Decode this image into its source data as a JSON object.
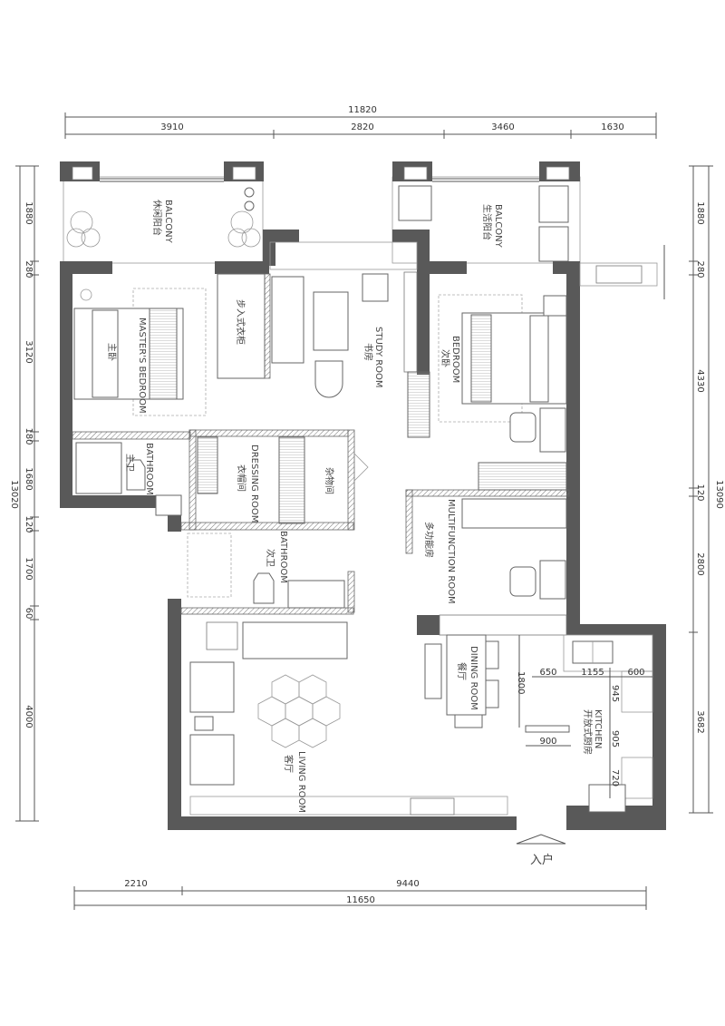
{
  "dimensions": {
    "top_total": "11820",
    "top_segments": [
      "3910",
      "2820",
      "3460",
      "1630"
    ],
    "left_total": "13020",
    "left_segments": [
      "1880",
      "280",
      "3120",
      "180",
      "1680",
      "120",
      "1700",
      "60",
      "4000"
    ],
    "right_total": "13090",
    "right_segments": [
      "1880",
      "280",
      "4330",
      "120",
      "2800",
      "3682"
    ],
    "bottom_total": "11650",
    "bottom_segments": [
      "2210",
      "9440"
    ],
    "kitchen": [
      "1800",
      "650",
      "1155",
      "600",
      "945",
      "905",
      "720",
      "900"
    ]
  },
  "rooms": {
    "leisure_balcony": {
      "en": "BALCONY",
      "cn": "休闲阳台"
    },
    "service_balcony": {
      "en": "BALCONY",
      "cn": "生活阳台"
    },
    "master_bedroom": {
      "en": "MASTER'S BEDROOM",
      "cn": "主卧"
    },
    "walk_in_closet": {
      "cn": "步入式衣柜"
    },
    "study_room": {
      "en": "STUDY ROOM",
      "cn": "书房"
    },
    "bedroom": {
      "en": "BEDROOM",
      "cn": "次卧"
    },
    "master_bathroom": {
      "en": "BATHROOM",
      "cn": "主卫"
    },
    "dressing_room": {
      "en": "DRESSING ROOM",
      "cn": "衣帽间"
    },
    "storage": {
      "cn": "杂物间"
    },
    "bathroom": {
      "en": "BATHROOM",
      "cn": "次卫"
    },
    "multifunction_room": {
      "en": "MULTIFUNCTION ROOM",
      "cn": "多功能房"
    },
    "dining_room": {
      "en": "DINING ROOM",
      "cn": "餐厅"
    },
    "living_room": {
      "en": "LIVING ROOM",
      "cn": "客厅"
    },
    "kitchen": {
      "en": "KITCHEN",
      "cn": "开放式厨房"
    }
  },
  "entrance": {
    "cn": "入户"
  }
}
